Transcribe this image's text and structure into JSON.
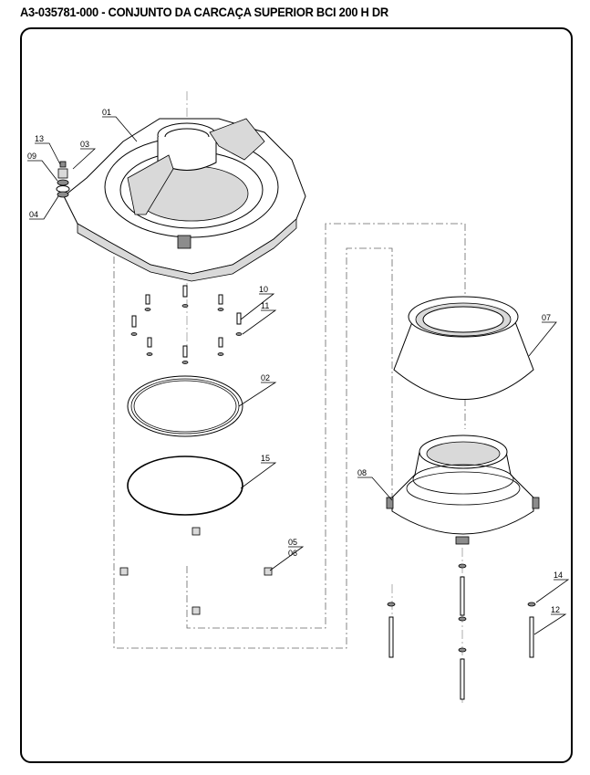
{
  "title": "A3-035781-000 - CONJUNTO DA CARCAÇA SUPERIOR BCI 200 H DR",
  "callouts": {
    "p01": "01",
    "p02": "02",
    "p03": "03",
    "p04": "04",
    "p05": "05",
    "p06": "06",
    "p07": "07",
    "p08": "08",
    "p09": "09",
    "p10": "10",
    "p11": "11",
    "p12": "12",
    "p13": "13",
    "p14": "14",
    "p15": "15"
  }
}
